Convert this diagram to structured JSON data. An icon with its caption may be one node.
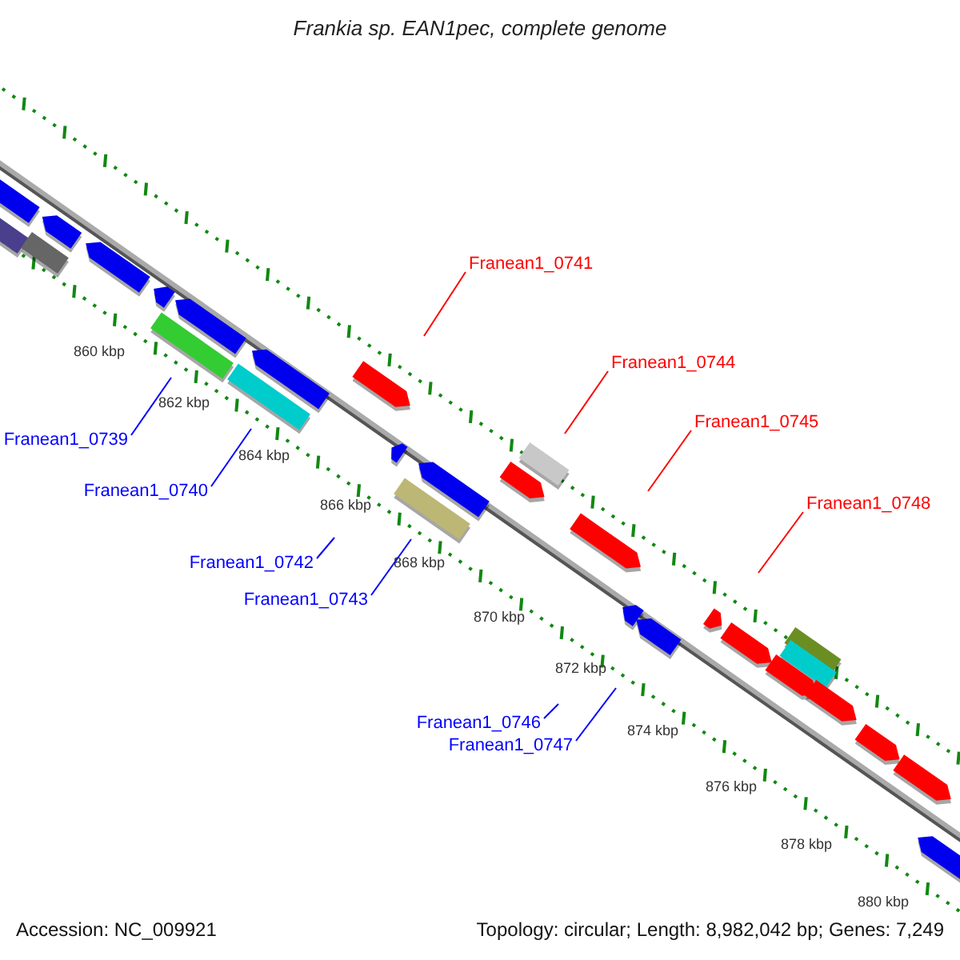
{
  "diagram": {
    "title": "Frankia sp. EAN1pec, complete genome",
    "nodes": [
      {
        "text": [
          "Franean1_0741"
        ]
      },
      {
        "text": [
          "Franean1_0744"
        ]
      },
      {
        "text": [
          "Franean1_0745"
        ]
      },
      {
        "text": [
          "Franean1_0739"
        ]
      },
      {
        "text": [
          "Franean1_0740"
        ]
      },
      {
        "text": [
          "Franean1_0748"
        ]
      },
      {
        "text": [
          "Franean1_0742"
        ]
      },
      {
        "text": [
          "Franean1_0743"
        ]
      },
      {
        "text": [
          "Franean1_0746"
        ]
      },
      {
        "text": [
          "Franean1_0747"
        ]
      }
    ],
    "edges": [
      {
        "from": 0,
        "to": null,
        "arrow": "none",
        "color": "#ff0000"
      },
      {
        "from": 1,
        "to": null,
        "arrow": "none",
        "color": "#ff0000"
      },
      {
        "from": 2,
        "to": null,
        "arrow": "none",
        "color": "#ff0000"
      },
      {
        "from": 3,
        "to": null,
        "arrow": "none"
      },
      {
        "from": 4,
        "to": null,
        "arrow": "none"
      },
      {
        "from": 5,
        "to": null,
        "arrow": "none",
        "color": "#ff0000"
      },
      {
        "from": 6,
        "to": null,
        "arrow": "none"
      },
      {
        "from": 7,
        "to": null,
        "arrow": "none"
      },
      {
        "from": 8,
        "to": null,
        "arrow": "none"
      },
      {
        "from": 9,
        "to": null,
        "arrow": "none"
      }
    ],
    "labels": [
      "860 kbp",
      "862 kbp",
      "864 kbp",
      "866 kbp",
      "868 kbp",
      "870 kbp",
      "872 kbp",
      "874 kbp",
      "876 kbp",
      "878 kbp",
      "880 kbp",
      "Accession: NC_009921",
      "Topology: circular; Length: 8,982,042 bp; Genes: 7,249"
    ]
  }
}
